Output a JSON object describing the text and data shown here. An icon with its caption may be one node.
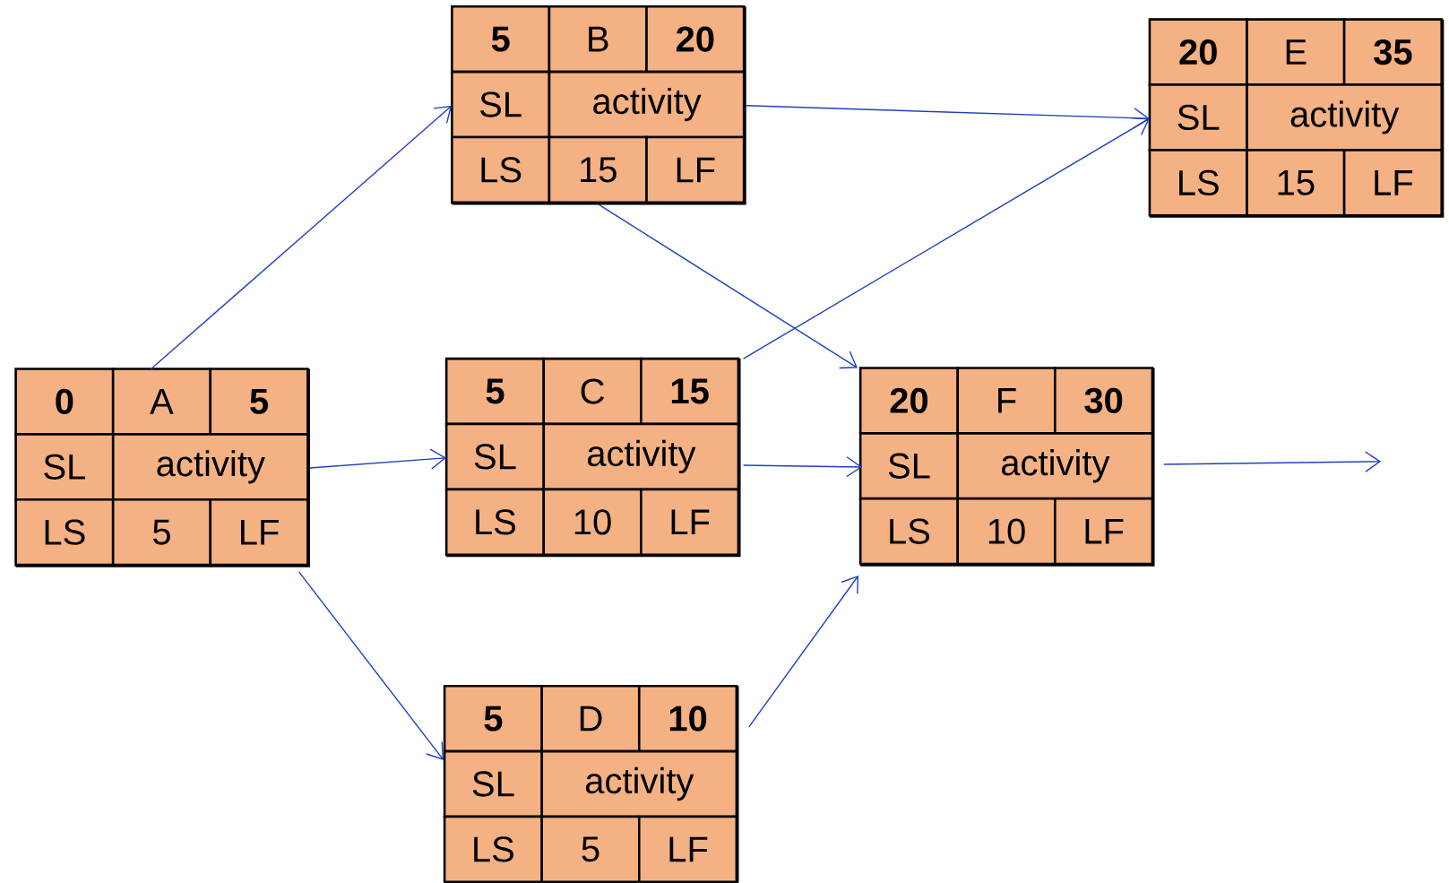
{
  "diagram": {
    "nodes": [
      {
        "text": [
          "0",
          "A",
          "5",
          "SL",
          "activity",
          "LS",
          "5",
          "LF"
        ]
      },
      {
        "text": [
          "5",
          "B",
          "20",
          "SL",
          "activity",
          "LS",
          "15",
          "LF"
        ]
      },
      {
        "text": [
          "5",
          "C",
          "15",
          "SL",
          "activity",
          "LS",
          "10",
          "LF"
        ]
      },
      {
        "text": [
          "5",
          "D",
          "10",
          "SL",
          "activity",
          "LS",
          "5",
          "LF"
        ]
      },
      {
        "text": [
          "20",
          "E",
          "35",
          "SL",
          "activity",
          "LS",
          "15",
          "LF"
        ]
      },
      {
        "text": [
          "20",
          "F",
          "30",
          "SL",
          "activity",
          "LS",
          "10",
          "LF"
        ]
      }
    ],
    "edges": [
      {
        "from": 0,
        "to": 1,
        "arrow": "to"
      },
      {
        "from": 0,
        "to": 2,
        "arrow": "to"
      },
      {
        "from": 0,
        "to": 3,
        "arrow": "to"
      },
      {
        "from": 1,
        "to": 4,
        "arrow": "to"
      },
      {
        "from": 1,
        "to": 5,
        "arrow": "to"
      },
      {
        "from": 2,
        "to": 4,
        "arrow": "to"
      },
      {
        "from": 2,
        "to": 5,
        "arrow": "to"
      },
      {
        "from": 3,
        "to": 5,
        "arrow": "to"
      },
      {
        "from": 5,
        "to": null,
        "arrow": "to"
      }
    ]
  }
}
